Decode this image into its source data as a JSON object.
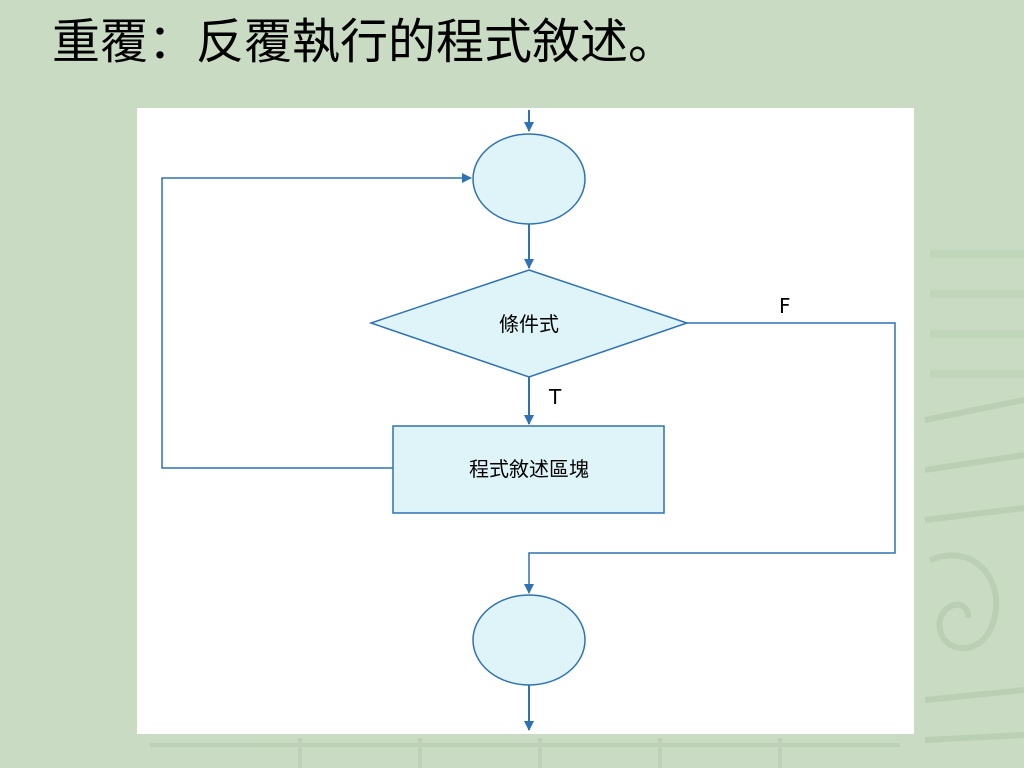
{
  "slide": {
    "title": "重覆：反覆執行的程式敘述。"
  },
  "flowchart": {
    "condition_label": "條件式",
    "block_label": "程式敘述區塊",
    "true_label": "T",
    "false_label": "F"
  },
  "colors": {
    "background": "#c9dcc3",
    "node_fill": "#dff4f9",
    "line": "#2e72b3"
  }
}
